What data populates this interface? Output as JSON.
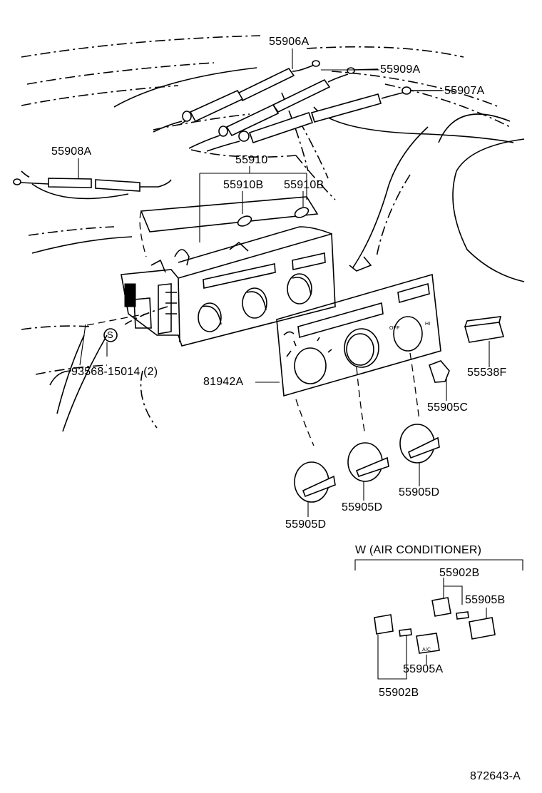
{
  "diagram": {
    "part_labels": {
      "p55906A": "55906A",
      "p55909A": "55909A",
      "p55907A": "55907A",
      "p55908A": "55908A",
      "p55910": "55910",
      "p55910B_left": "55910B",
      "p55910B_right": "55910B",
      "p93568": "93568-15014 (2)",
      "p81942A": "81942A",
      "p55538F": "55538F",
      "p55905C": "55905C",
      "p55905D_right": "55905D",
      "p55905D_mid": "55905D",
      "p55905D_left": "55905D",
      "p55902B_top": "55902B",
      "p55905B": "55905B",
      "p55905A": "55905A",
      "p55902B_bottom": "55902B"
    },
    "s_symbol": "S",
    "variant_label": "W (AIR CONDITIONER)",
    "panel_marks": {
      "off": "OFF",
      "hi": "HI",
      "ac": "A/C"
    },
    "figure_id": "872643-A"
  }
}
